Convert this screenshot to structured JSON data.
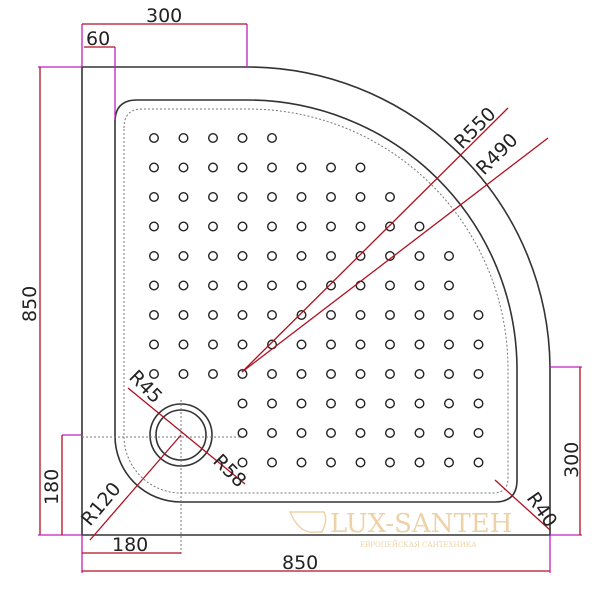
{
  "dimensions": {
    "top_width": "300",
    "top_rim": "60",
    "left_height": "850",
    "left_drain": "180",
    "bottom_drain": "180",
    "bottom_width": "850",
    "right_height": "300"
  },
  "radii": {
    "outer": "R550",
    "inner": "R490",
    "drain_inner": "R45",
    "drain_outer": "R58",
    "drain_corner": "R120",
    "corner": "R40"
  },
  "watermark": {
    "brand": "LUX-SANTEH",
    "tagline": "ЕВРОПЕЙСКАЯ САНТЕХНИКА"
  },
  "colors": {
    "dimension_line": "#b01020",
    "extension_line": "#c020c0",
    "outline": "#333333"
  }
}
